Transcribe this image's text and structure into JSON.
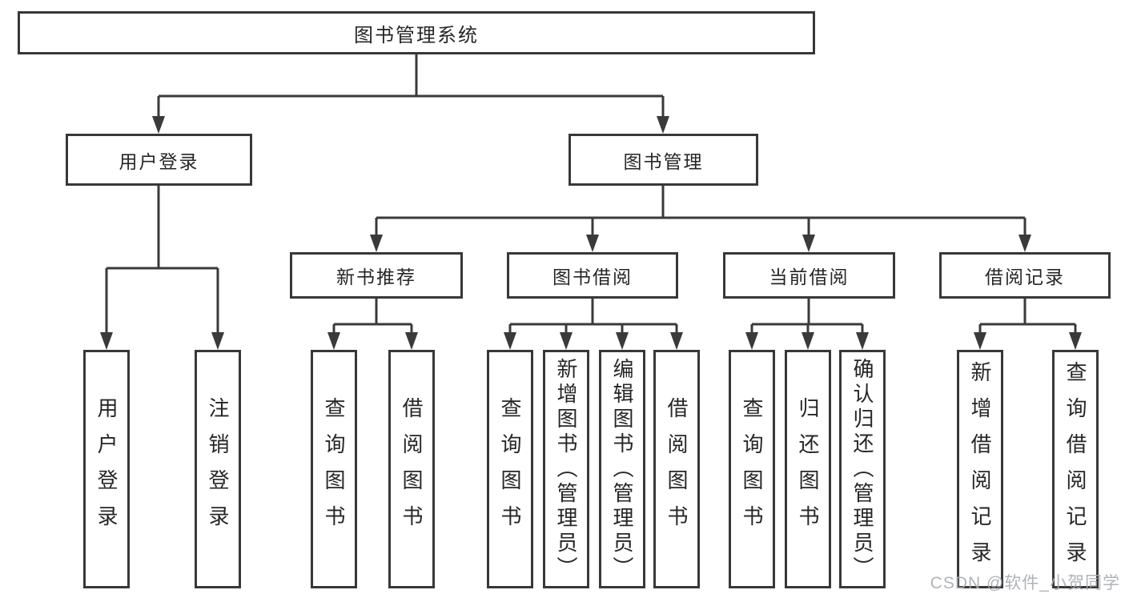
{
  "colors": {
    "line": "#3a3a3a",
    "box_border": "#383838",
    "text": "#262626",
    "watermark": "#a8abb0",
    "background": "#ffffff"
  },
  "watermark": {
    "text": "CSDN @软件_小贺同学"
  },
  "tree": {
    "label": "图书管理系统",
    "children": [
      {
        "label": "用户登录",
        "children": [
          {
            "label": "用户登录"
          },
          {
            "label": "注销登录"
          }
        ]
      },
      {
        "label": "图书管理",
        "children": [
          {
            "label": "新书推荐",
            "children": [
              {
                "label": "查询图书"
              },
              {
                "label": "借阅图书"
              }
            ]
          },
          {
            "label": "图书借阅",
            "children": [
              {
                "label": "查询图书"
              },
              {
                "label": "新增图书（管理员）"
              },
              {
                "label": "编辑图书（管理员）"
              },
              {
                "label": "借阅图书"
              }
            ]
          },
          {
            "label": "当前借阅",
            "children": [
              {
                "label": "查询图书"
              },
              {
                "label": "归还图书"
              },
              {
                "label": "确认归还（管理员）"
              }
            ]
          },
          {
            "label": "借阅记录",
            "children": [
              {
                "label": "新增借阅记录"
              },
              {
                "label": "查询借阅记录"
              }
            ]
          }
        ]
      }
    ]
  }
}
